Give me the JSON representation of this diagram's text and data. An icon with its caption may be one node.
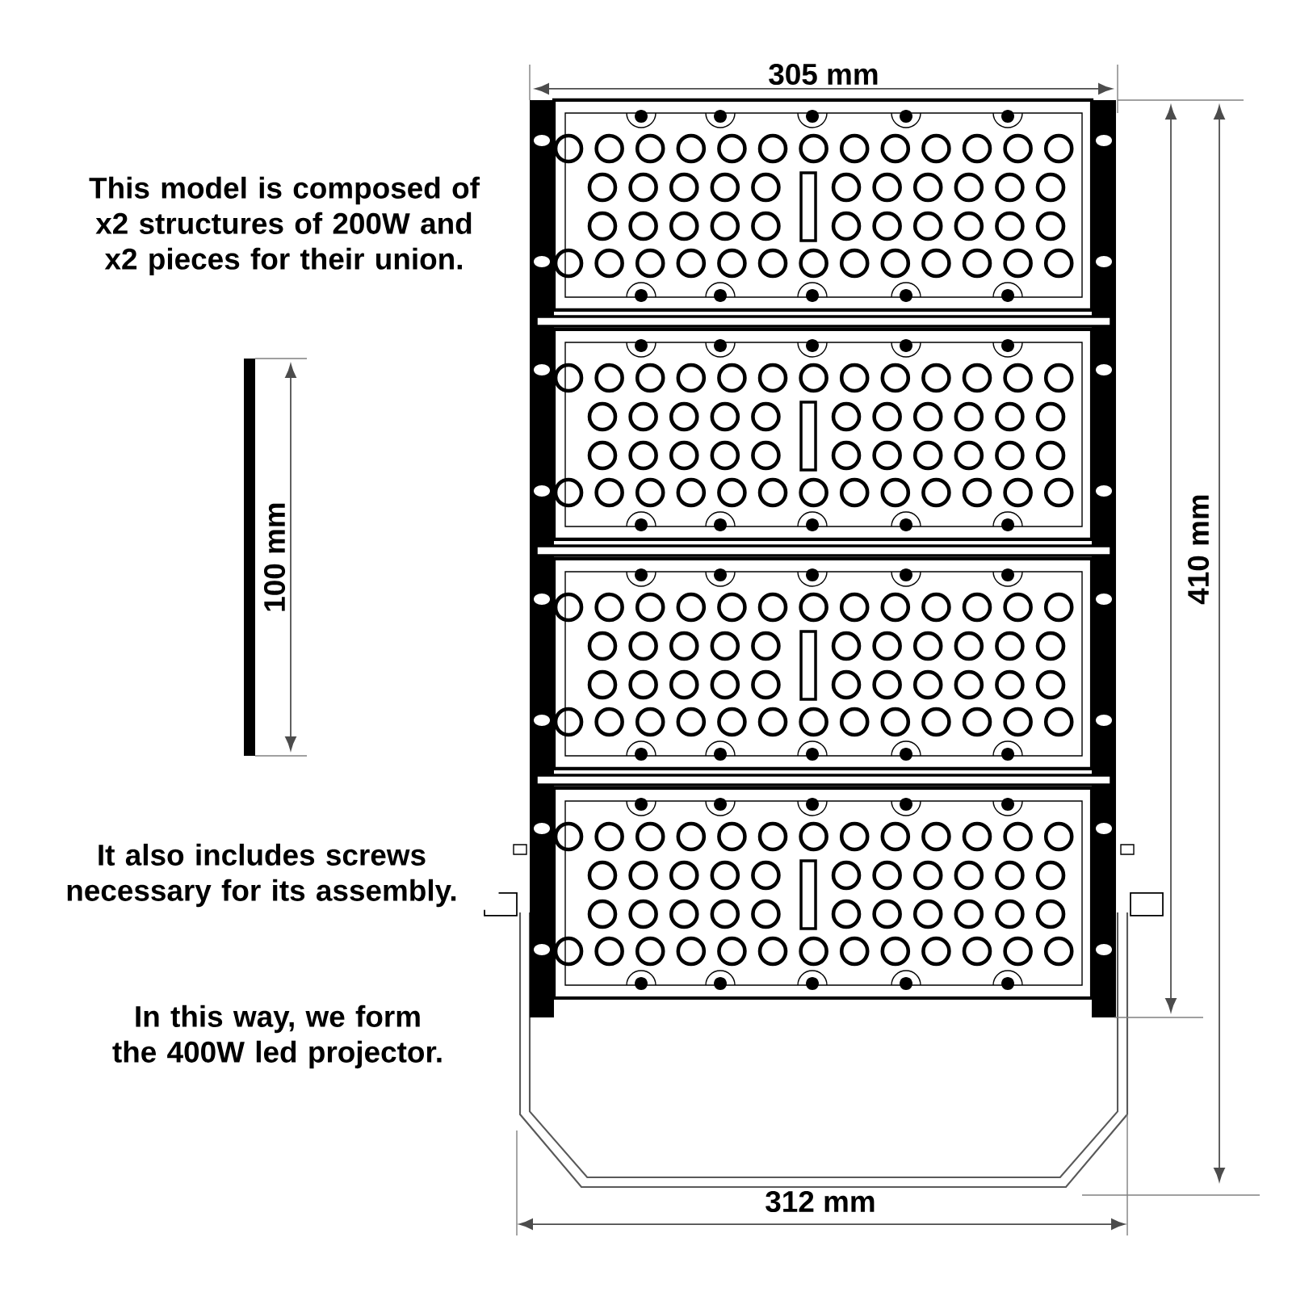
{
  "diagram": {
    "labels": [
      "305 mm",
      "This model is composed of x2 structures of 200W and x2 pieces for their union.",
      "100 mm",
      "410 mm",
      "It also includes screws necessary for its assembly.",
      "In this way, we form the 400W led projector.",
      "312 mm"
    ]
  }
}
